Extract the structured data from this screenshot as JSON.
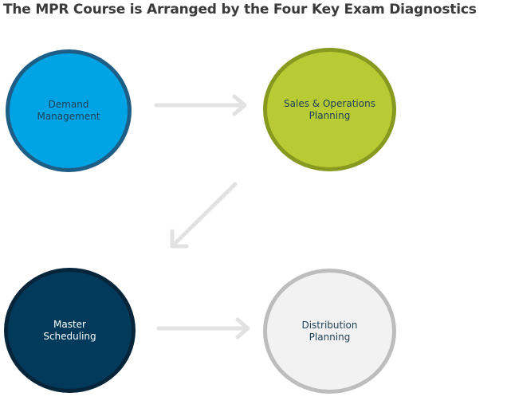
{
  "title": "The MPR Course is Arranged by  the Four Key Exam Diagnostics",
  "nodes": [
    {
      "label": "Demand\nManagement",
      "fill": "#00a3e4",
      "text_color": "#1b3f56"
    },
    {
      "label": "Sales & Operations\nPlanning",
      "fill": "#b8cb34",
      "text_color": "#1b3f56"
    },
    {
      "label": "Master\nScheduling",
      "fill": "#023a5b",
      "text_color": "#ffffff"
    },
    {
      "label": "Distribution\nPlanning",
      "fill": "#f2f2f2",
      "text_color": "#1b3f56"
    }
  ],
  "colors": {
    "arrow": "#e2e2e2",
    "title": "#3a3a3a"
  }
}
